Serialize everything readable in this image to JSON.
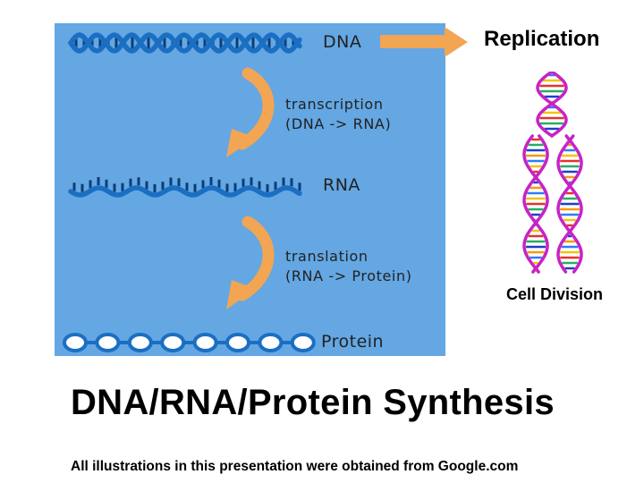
{
  "diagram": {
    "dna_label": "DNA",
    "transcription_label": "transcription",
    "transcription_detail": "(DNA -> RNA)",
    "rna_label": "RNA",
    "translation_label": "translation",
    "translation_detail": "(RNA -> Protein)",
    "protein_label": "Protein"
  },
  "replication_label": "Replication",
  "cell_division_label": "Cell Division",
  "title": "DNA/RNA/Protein Synthesis",
  "footnote": "All illustrations in this presentation were obtained from Google.com",
  "colors": {
    "panel_bg": "#64a7e3",
    "strand": "#1b6fc2",
    "arrow": "#f2a553",
    "chromosome_outline": "#c623c6"
  }
}
